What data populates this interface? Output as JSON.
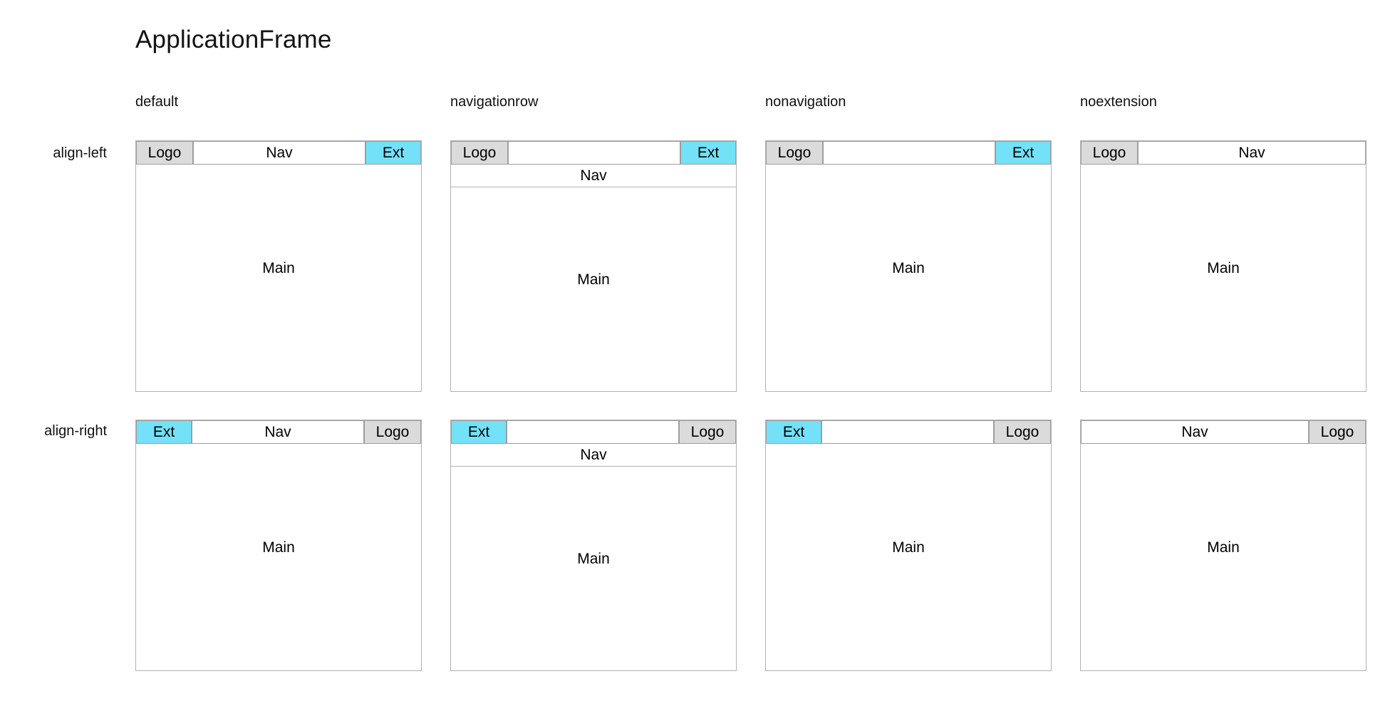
{
  "page": {
    "title": "ApplicationFrame"
  },
  "columns": [
    "default",
    "navigationrow",
    "nonavigation",
    "noextension"
  ],
  "rows": [
    "align-left",
    "align-right"
  ],
  "labels": {
    "logo": "Logo",
    "nav": "Nav",
    "ext": "Ext",
    "main": "Main"
  },
  "colors": {
    "extension": "#73E1F8",
    "logo": "#DBDBDB",
    "cell_border": "#9E9E9E",
    "frame_border": "#B2B2B2"
  },
  "cells": [
    {
      "row": "align-left",
      "column": "default",
      "header": [
        "Logo",
        "Nav",
        "Ext"
      ],
      "navigation_row": false,
      "main": "Main"
    },
    {
      "row": "align-left",
      "column": "navigationrow",
      "header": [
        "Logo",
        "",
        "Ext"
      ],
      "navigation_row": true,
      "main": "Main"
    },
    {
      "row": "align-left",
      "column": "nonavigation",
      "header": [
        "Logo",
        "",
        "Ext"
      ],
      "navigation_row": false,
      "main": "Main"
    },
    {
      "row": "align-left",
      "column": "noextension",
      "header": [
        "Logo",
        "Nav"
      ],
      "navigation_row": false,
      "main": "Main"
    },
    {
      "row": "align-right",
      "column": "default",
      "header": [
        "Ext",
        "Nav",
        "Logo"
      ],
      "navigation_row": false,
      "main": "Main"
    },
    {
      "row": "align-right",
      "column": "navigationrow",
      "header": [
        "Ext",
        "",
        "Logo"
      ],
      "navigation_row": true,
      "main": "Main"
    },
    {
      "row": "align-right",
      "column": "nonavigation",
      "header": [
        "Ext",
        "",
        "Logo"
      ],
      "navigation_row": false,
      "main": "Main"
    },
    {
      "row": "align-right",
      "column": "noextension",
      "header": [
        "Nav",
        "Logo"
      ],
      "navigation_row": false,
      "main": "Main"
    }
  ]
}
